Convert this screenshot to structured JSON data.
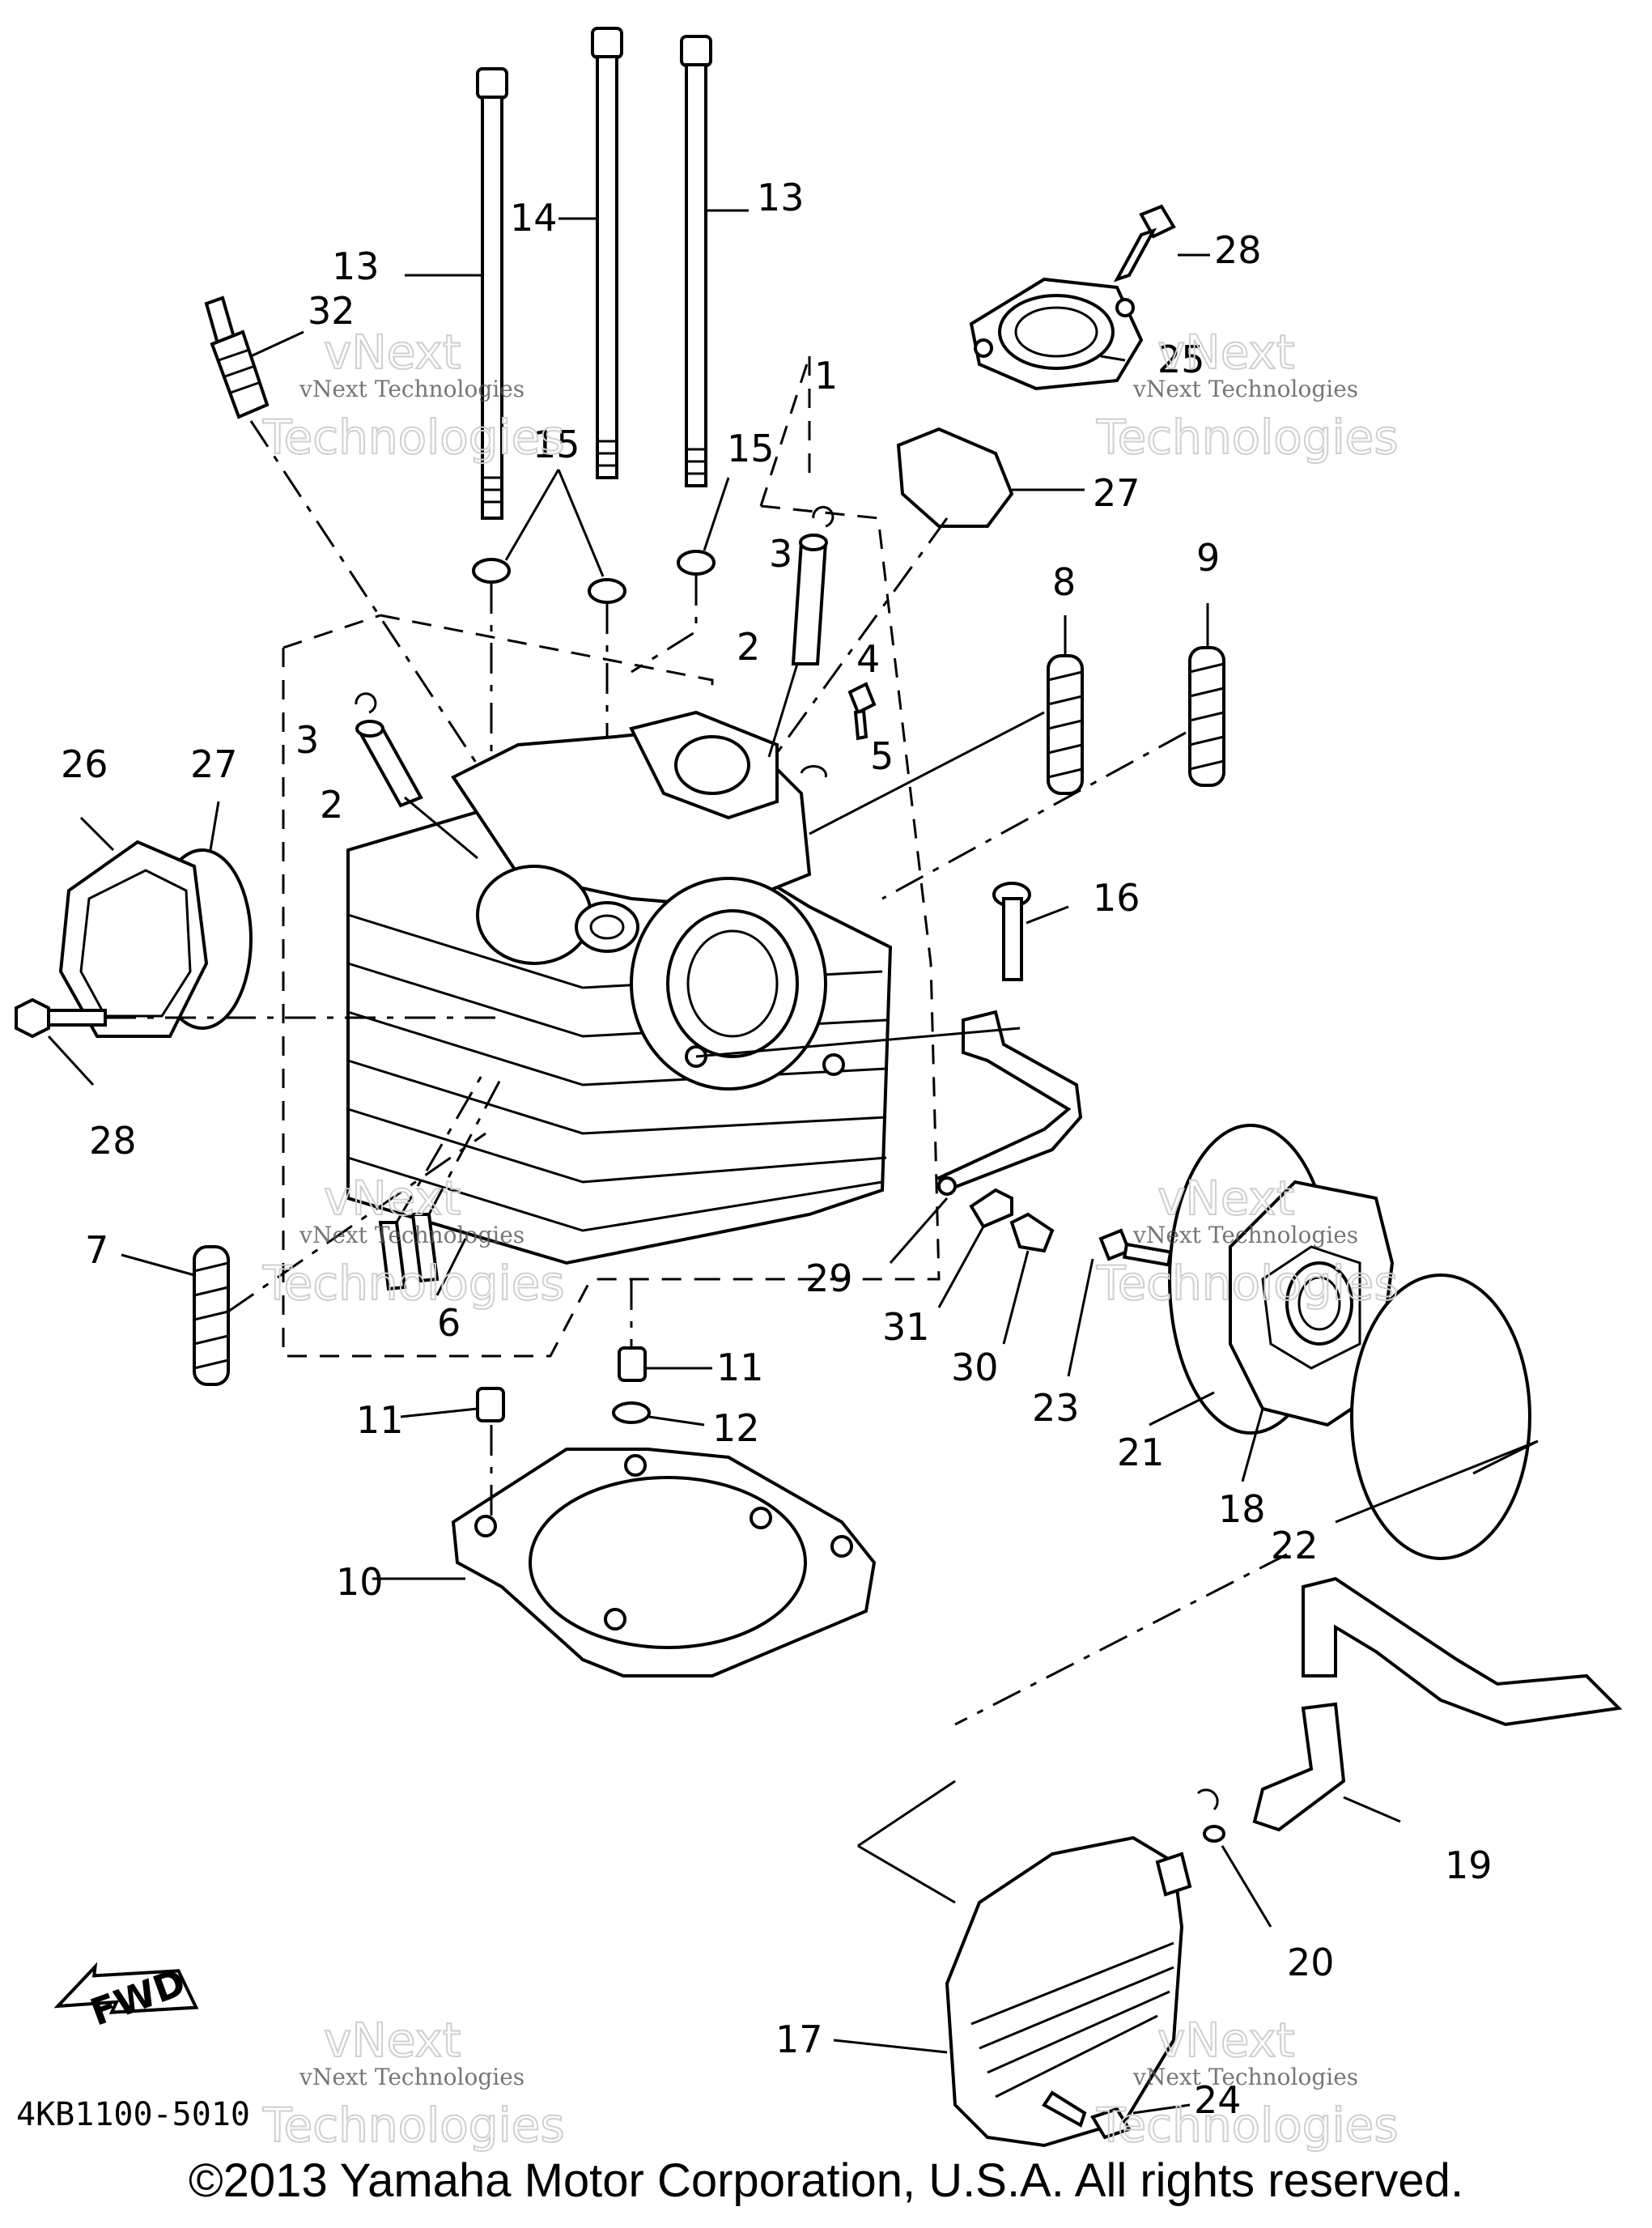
{
  "parts": [
    {
      "id": "1",
      "label": "1"
    },
    {
      "id": "2a",
      "label": "2"
    },
    {
      "id": "2b",
      "label": "2"
    },
    {
      "id": "3a",
      "label": "3"
    },
    {
      "id": "3b",
      "label": "3"
    },
    {
      "id": "4",
      "label": "4"
    },
    {
      "id": "5",
      "label": "5"
    },
    {
      "id": "6",
      "label": "6"
    },
    {
      "id": "7",
      "label": "7"
    },
    {
      "id": "8",
      "label": "8"
    },
    {
      "id": "9",
      "label": "9"
    },
    {
      "id": "10",
      "label": "10"
    },
    {
      "id": "11a",
      "label": "11"
    },
    {
      "id": "11b",
      "label": "11"
    },
    {
      "id": "12",
      "label": "12"
    },
    {
      "id": "13a",
      "label": "13"
    },
    {
      "id": "13b",
      "label": "13"
    },
    {
      "id": "14",
      "label": "14"
    },
    {
      "id": "15a",
      "label": "15"
    },
    {
      "id": "15b",
      "label": "15"
    },
    {
      "id": "16",
      "label": "16"
    },
    {
      "id": "17",
      "label": "17"
    },
    {
      "id": "18",
      "label": "18"
    },
    {
      "id": "19",
      "label": "19"
    },
    {
      "id": "20",
      "label": "20"
    },
    {
      "id": "21",
      "label": "21"
    },
    {
      "id": "22",
      "label": "22"
    },
    {
      "id": "23",
      "label": "23"
    },
    {
      "id": "24",
      "label": "24"
    },
    {
      "id": "25",
      "label": "25"
    },
    {
      "id": "26",
      "label": "26"
    },
    {
      "id": "27a",
      "label": "27"
    },
    {
      "id": "27b",
      "label": "27"
    },
    {
      "id": "28a",
      "label": "28"
    },
    {
      "id": "28b",
      "label": "28"
    },
    {
      "id": "29",
      "label": "29"
    },
    {
      "id": "30",
      "label": "30"
    },
    {
      "id": "31",
      "label": "31"
    },
    {
      "id": "32",
      "label": "32"
    }
  ],
  "watermark": {
    "line1": "vNext",
    "line2": "Technologies",
    "small": "vNext Technologies"
  },
  "fwd_label": "FWD",
  "diagram_code": "4KB1100-5010",
  "copyright": "©2013 Yamaha Motor Corporation, U.S.A. All rights reserved."
}
